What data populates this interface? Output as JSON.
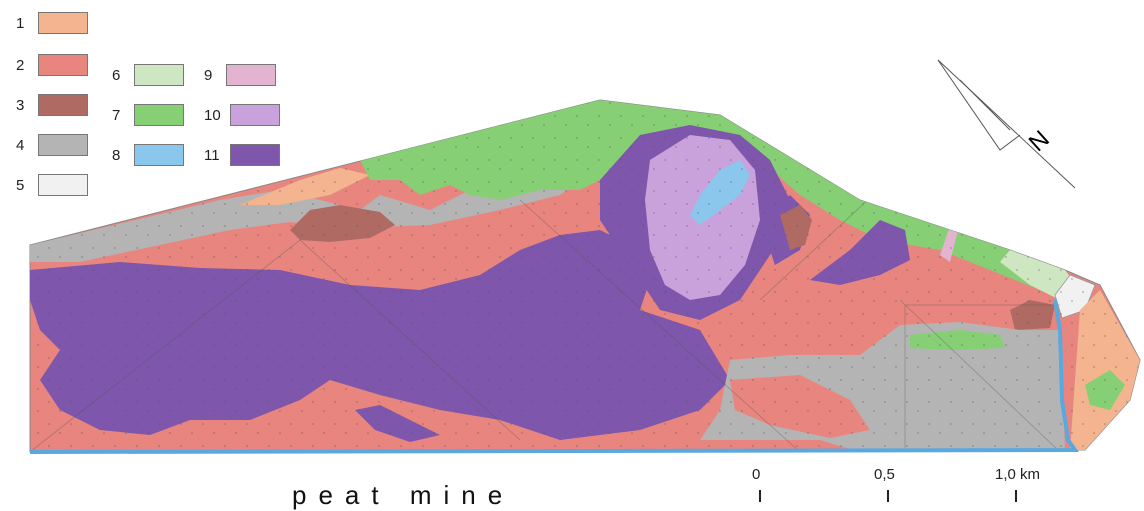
{
  "legend": [
    {
      "id": "1",
      "color": "#f3b48f"
    },
    {
      "id": "2",
      "color": "#e8857f"
    },
    {
      "id": "3",
      "color": "#b06a64"
    },
    {
      "id": "4",
      "color": "#b4b4b4"
    },
    {
      "id": "5",
      "color": "#f1f1f1"
    },
    {
      "id": "6",
      "color": "#cfe6c2"
    },
    {
      "id": "7",
      "color": "#86cf74"
    },
    {
      "id": "8",
      "color": "#8bc6ec"
    },
    {
      "id": "9",
      "color": "#e3b4cf"
    },
    {
      "id": "10",
      "color": "#c9a2dc"
    },
    {
      "id": "11",
      "color": "#7e56ab"
    }
  ],
  "scale": {
    "labels": [
      "0",
      "0,5",
      "1,0 km"
    ]
  },
  "caption": "peat mine",
  "north_label": "N"
}
